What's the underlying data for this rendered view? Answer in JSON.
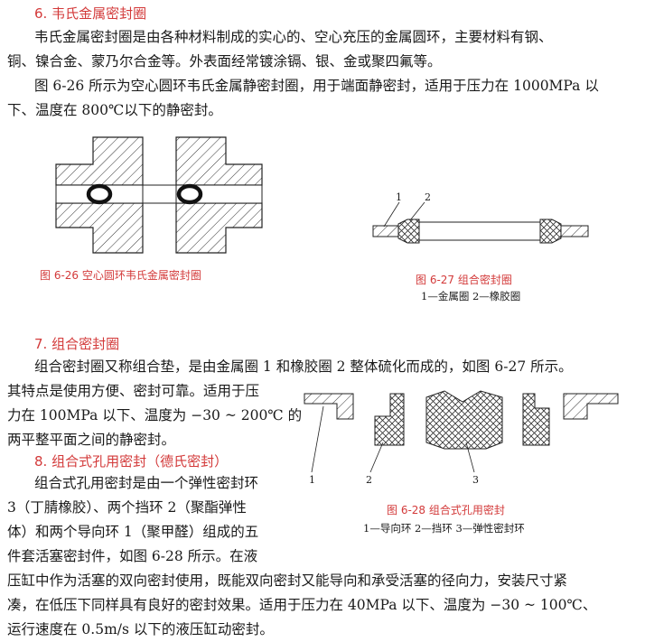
{
  "s6": {
    "heading": "6. 韦氏金属密封圈",
    "p1_l1": "韦氏金属密封圈是由各种材料制成的实心的、空心充压的金属圆环，主要材料有钢、",
    "p1_l2": "铜、镍合金、蒙乃尔合金等。外表面经常镀涂镉、银、金或聚四氟等。",
    "p2_l1": "图 6-26 所示为空心圆环韦氏金属静密封圈，用于端面静密封，适用于压力在 1000MPa 以",
    "p2_l2": "下、温度在 800℃以下的静密封。"
  },
  "fig26": {
    "caption": "图 6-26   空心圆环韦氏金属密封圈"
  },
  "fig27": {
    "caption": "图 6-27   组合密封圈",
    "legend": "1—金属圈   2—橡胶圈",
    "label1": "1",
    "label2": "2"
  },
  "s7": {
    "heading": "7. 组合密封圈",
    "p_l1": "组合密封圈又称组合垫，是由金属圈 1 和橡胶圈 2 整体硫化而成的，如图 6-27 所示。",
    "p_l2": "其特点是使用方便、密封可靠。适用于压",
    "p_l3": "力在 100MPa 以下、温度为 −30 ~ 200℃ 的",
    "p_l4": "两平整平面之间的静密封。"
  },
  "s8": {
    "heading": "8. 组合式孔用密封（德氏密封）",
    "p_l1": "组合式孔用密封是由一个弹性密封环",
    "p_l2": "3（丁腈橡胶）、两个挡环 2（聚酯弹性",
    "p_l3": "体）和两个导向环 1（聚甲醛）组成的五",
    "p_l4": "件套活塞密封件，如图 6-28 所示。在液",
    "p_l5": "压缸中作为活塞的双向密封使用，既能双向密封又能导向和承受活塞的径向力，安装尺寸紧",
    "p_l6": "凑，在低压下同样具有良好的密封效果。适用于压力在 40MPa 以下、温度为 −30 ~ 100℃、",
    "p_l7": "运行速度在 0.5m/s 以下的液压缸动密封。"
  },
  "fig28": {
    "caption": "图 6-28   组合式孔用密封",
    "legend": "1—导向环   2—挡环   3—弹性密封环",
    "label1": "1",
    "label2": "2",
    "label3": "3"
  },
  "colors": {
    "heading": "#d33a3a",
    "text": "#1a1a1a"
  }
}
